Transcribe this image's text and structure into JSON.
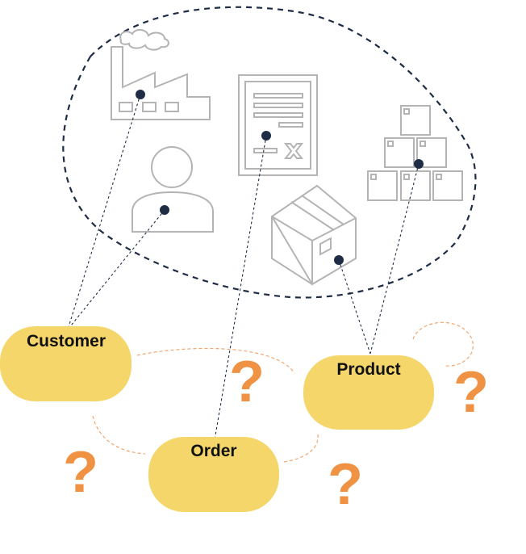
{
  "colors": {
    "node_fill": "#f4d66b",
    "question": "#ef9243",
    "icon_stroke": "#b4b4b4",
    "boundary": "#1e2d45",
    "dot": "#1e2d45",
    "dashed_link": "#f2a56c"
  },
  "icons": [
    "factory-icon",
    "document-icon",
    "boxes-stack-icon",
    "person-icon",
    "package-icon"
  ],
  "nodes": {
    "customer": {
      "label": "Customer"
    },
    "product": {
      "label": "Product"
    },
    "order": {
      "label": "Order"
    }
  },
  "question_marks": [
    "?",
    "?",
    "?",
    "?"
  ]
}
